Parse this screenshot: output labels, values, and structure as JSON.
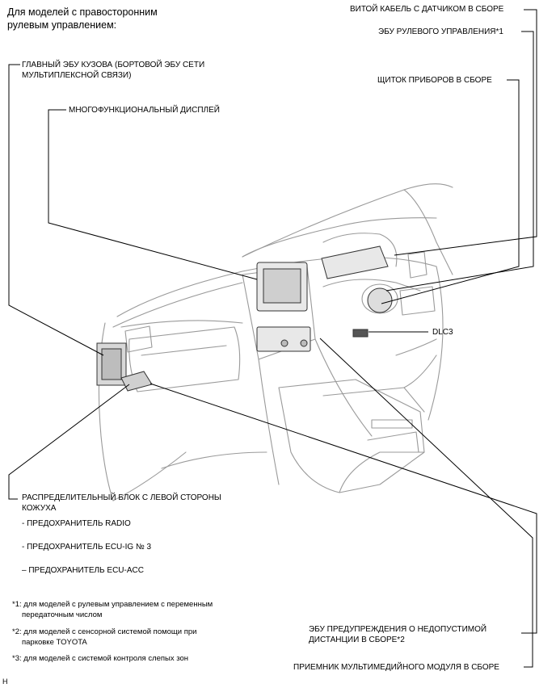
{
  "header": {
    "line1": "Для моделей с правосторонним",
    "line2": "рулевым управлением:"
  },
  "labels": {
    "spiral_cable": "ВИТОЙ КАБЕЛЬ С ДАТЧИКОМ В СБОРЕ",
    "steering_ecu": "ЭБУ РУЛЕВОГО УПРАВЛЕНИЯ*1",
    "main_body_ecu_1": "ГЛАВНЫЙ ЭБУ КУЗОВА (БОРТОВОЙ ЭБУ СЕТИ",
    "main_body_ecu_2": "МУЛЬТИПЛЕКСНОЙ СВЯЗИ)",
    "combination_meter": "ЩИТОК ПРИБОРОВ В СБОРЕ",
    "multi_display": "МНОГОФУНКЦИОНАЛЬНЫЙ ДИСПЛЕЙ",
    "dlc3": "DLC3",
    "junction_block_1": "РАСПРЕДЕЛИТЕЛЬНЫЙ БЛОК С ЛЕВОЙ СТОРОНЫ",
    "junction_block_2": "КОЖУХА",
    "clearance_ecu_1": "ЭБУ ПРЕДУПРЕЖДЕНИЯ О НЕДОПУСТИМОЙ",
    "clearance_ecu_2": "ДИСТАНЦИИ В СБОРЕ*2",
    "multimedia_receiver": "ПРИЕМНИК МУЛЬТИМЕДИЙНОГО МОДУЛЯ В СБОРЕ"
  },
  "fuses": [
    "- ПРЕДОХРАНИТЕЛЬ RADIO",
    "- ПРЕДОХРАНИТЕЛЬ ECU-IG № 3",
    "– ПРЕДОХРАНИТЕЛЬ ECU-ACC"
  ],
  "footnotes": {
    "n1_line1": "*1: для моделей с рулевым управлением с переменным",
    "n1_line2": "передаточным числом",
    "n2_line1": "*2: для моделей с сенсорной системой помощи при",
    "n2_line2": "парковке TOYOTA",
    "n3": "*3: для моделей с системой контроля слепых зон"
  },
  "corner_mark": "H"
}
